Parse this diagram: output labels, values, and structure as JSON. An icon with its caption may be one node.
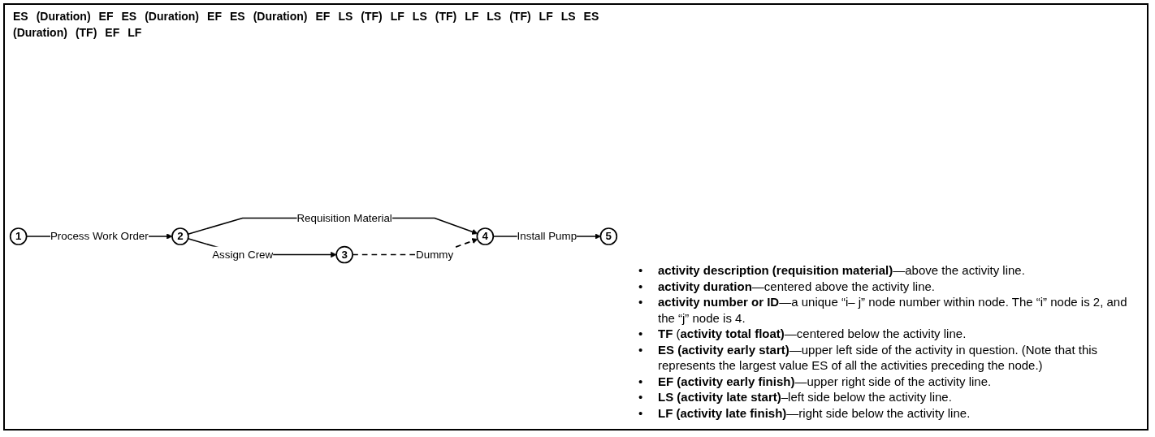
{
  "diagram": {
    "nodes": [
      {
        "text": [
          "1"
        ]
      },
      {
        "text": [
          "2"
        ]
      },
      {
        "text": [
          "4"
        ]
      },
      {
        "text": [
          "5"
        ]
      },
      {
        "text": [
          "3"
        ]
      }
    ],
    "edges": [
      {
        "from": 0,
        "to": 1,
        "arrow": "to",
        "label": "Process Work Order"
      },
      {
        "from": 1,
        "to": 2,
        "arrow": "to",
        "label": "Requisition Material"
      },
      {
        "from": 2,
        "to": 3,
        "arrow": "to",
        "label": "Install Pump"
      },
      {
        "from": 1,
        "to": 4,
        "arrow": "to",
        "label": "Assign Crew"
      },
      {
        "from": 4,
        "to": 2,
        "arrow": "to",
        "label": "Dummy",
        "style": "dashed"
      }
    ],
    "labels": [
      "ES",
      "(Duration)",
      "EF",
      "ES",
      "(Duration)",
      "EF",
      "ES",
      "(Duration)",
      "EF",
      "LS",
      "(TF)",
      "LF",
      "LS",
      "(TF)",
      "LF",
      "LS",
      "(TF)",
      "LF",
      "LS",
      "ES",
      "(Duration)",
      "(TF)",
      "EF",
      "LF",
      "•",
      "**activity description (requisition material)**—above the activity line.",
      "•",
      "**activity duration**—centered above the activity line.",
      "•",
      "**activity number or ID**—a unique “i– j” node number within node. The “i” node is 2, and the “j” node is 4.",
      "•",
      "**TF** (**activity total float)**—centered below the activity line.",
      "•",
      "**ES (activity early start)**—upper left side of the activity in question. (Note that this represents the largest value ES of all the activities preceding the node.)",
      "•",
      "**EF (activity early finish)**—upper right side of the activity line.",
      "•",
      "**LS (activity late start)**–left side below the activity line.",
      "•",
      "**LF (activity late finish)**—right side below the activity line."
    ]
  }
}
